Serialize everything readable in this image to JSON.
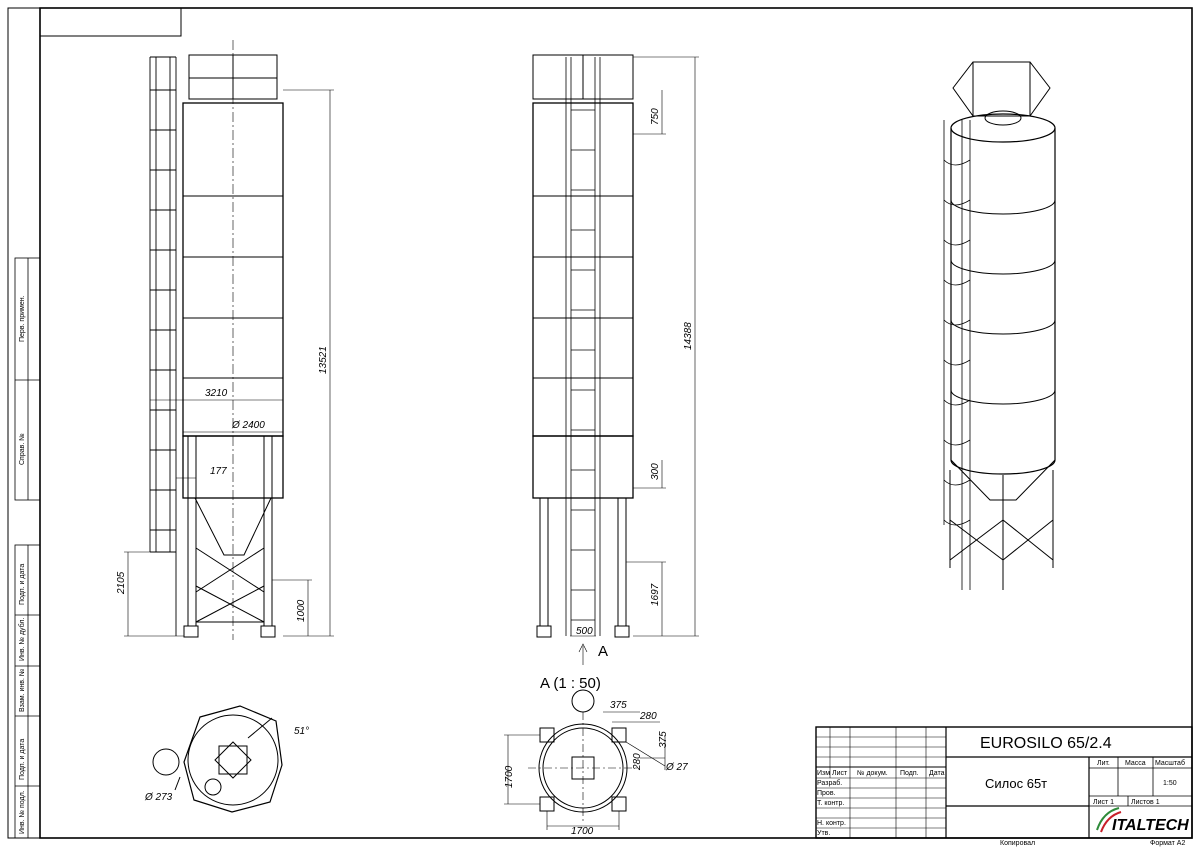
{
  "side_strip": {
    "fields": [
      "Перв. примен.",
      "Справ. №",
      "Подп. и дата",
      "Инв. № дубл.",
      "Взам. инв. №",
      "Подп. и дата",
      "Инв. № подл."
    ]
  },
  "front_view": {
    "dims": {
      "width": "3210",
      "diameter": "Ø 2400",
      "offset": "177",
      "height": "13521",
      "leg_height": "2105",
      "base_height": "1000"
    }
  },
  "side_view": {
    "dims": {
      "top_offset": "750",
      "height": "14388",
      "hatch_offset": "300",
      "lower": "1697",
      "outlet_width": "500"
    },
    "arrow_label": "A"
  },
  "top_view": {
    "dims": {
      "pipe_diameter": "Ø 273",
      "angle": "51°"
    }
  },
  "section_a": {
    "title": "A   (1 : 50)",
    "dims": {
      "d1": "375",
      "d2": "280",
      "d3": "375",
      "d4": "280",
      "hole": "Ø 27",
      "height": "1700",
      "width": "1700"
    }
  },
  "title_block": {
    "designation": "EUROSILO 65/2.4",
    "name": "Силос 65т",
    "headers": {
      "change": "Изм",
      "sheet": "Лист",
      "doc_no": "№ докум.",
      "signature": "Подп.",
      "date": "Дата",
      "lit": "Лит.",
      "mass": "Масса",
      "scale": "Масштаб"
    },
    "scale_value": "1:50",
    "roles": [
      "Разраб.",
      "Пров.",
      "Т. контр.",
      "",
      "Н. контр.",
      "Утв."
    ],
    "sheet_no": "Лист 1",
    "sheets_total": "Листов 1",
    "logo": "ITALTECH"
  },
  "footer": {
    "copied": "Копировал",
    "format": "Формат A2"
  }
}
